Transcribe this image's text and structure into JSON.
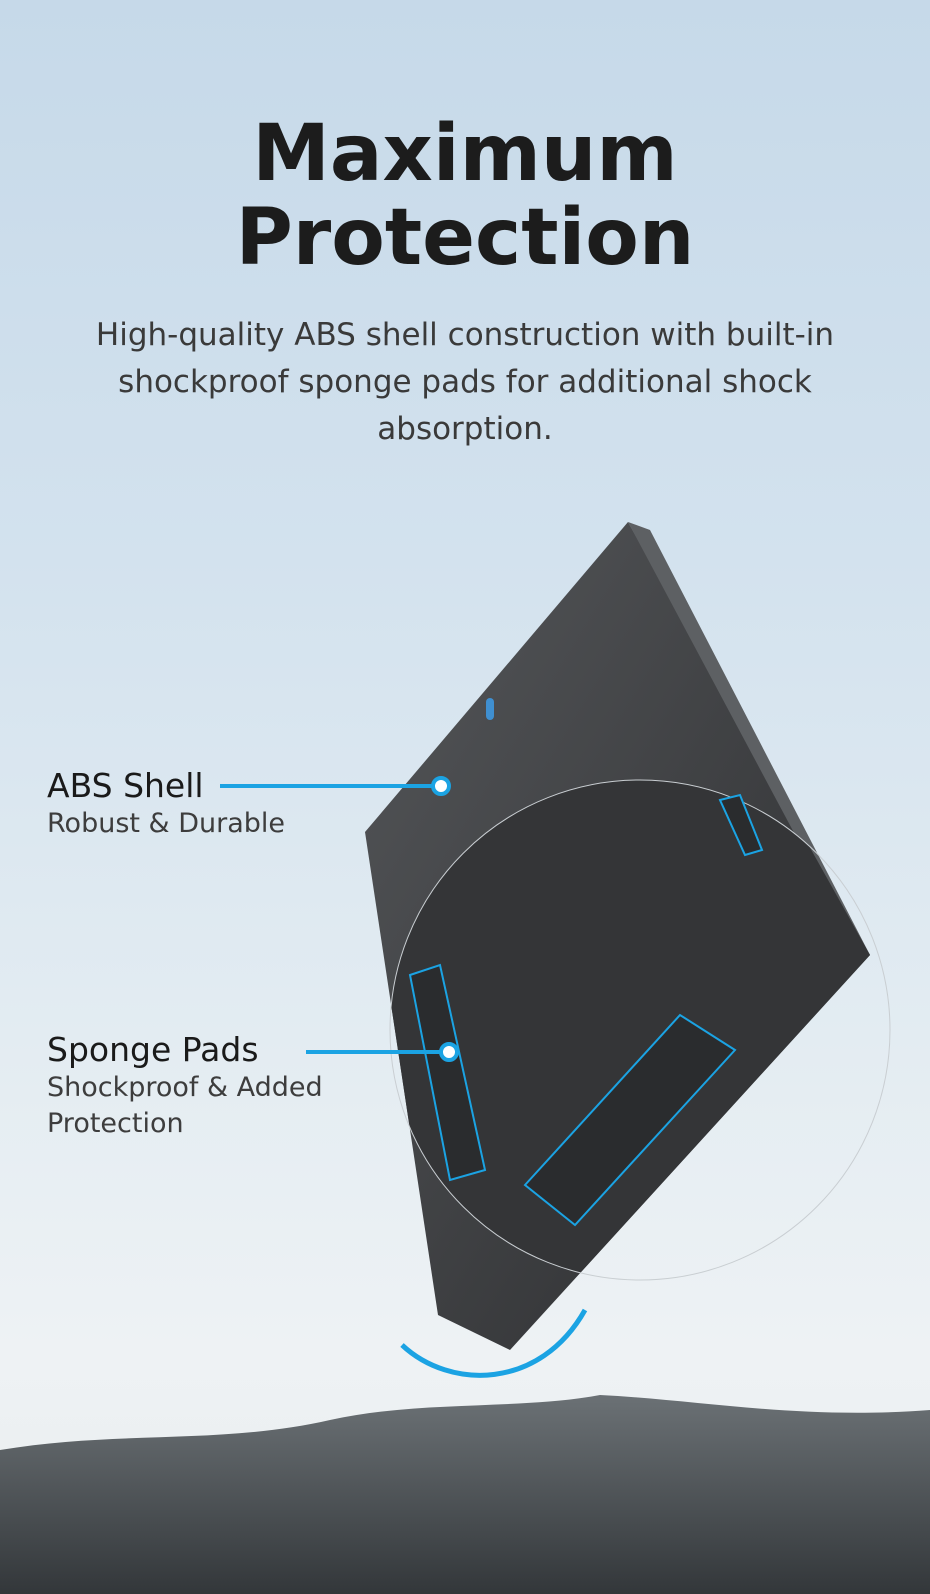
{
  "header": {
    "title_line1": "Maximum",
    "title_line2": "Protection",
    "subtitle": "High-quality ABS shell construction with built-in shockproof sponge pads for additional shock absorption."
  },
  "callouts": [
    {
      "title": "ABS Shell",
      "subtitle": "Robust & Durable"
    },
    {
      "title": "Sponge Pads",
      "subtitle": "Shockproof & Added Protection"
    }
  ],
  "colors": {
    "accent": "#1ba3e3",
    "device": "#3a3b3d",
    "rock": "#4d5256"
  }
}
